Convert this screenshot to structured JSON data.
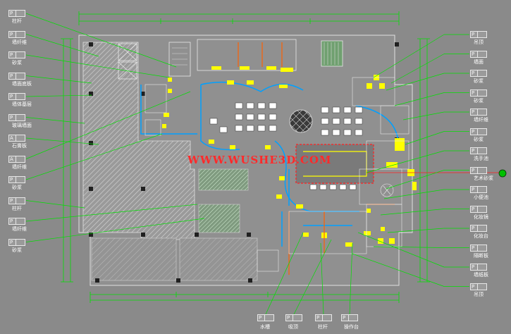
{
  "watermark": "WWW.WUSHE3D.COM",
  "colors": {
    "background": "#8a8a8a",
    "leader": "#00e000",
    "wall": "#00a0ff",
    "furniture": "#ffff00",
    "accent": "#ff6000",
    "watermark": "#ff2a2a"
  },
  "left_tags": [
    {
      "tag": "P",
      "label": "柱杆"
    },
    {
      "tag": "P",
      "label": "墙纤维"
    },
    {
      "tag": "P",
      "label": "砂浆"
    },
    {
      "tag": "P",
      "label": "墙面底板"
    },
    {
      "tag": "P",
      "label": "墙体基层"
    },
    {
      "tag": "P",
      "label": "玻璃墙面"
    },
    {
      "tag": "A",
      "label": "石膏板"
    },
    {
      "tag": "A",
      "label": "墙纤维"
    },
    {
      "tag": "P",
      "label": "砂浆"
    },
    {
      "tag": "P",
      "label": "柱杆"
    },
    {
      "tag": "P",
      "label": "墙纤维"
    },
    {
      "tag": "P",
      "label": "砂浆"
    }
  ],
  "right_tags": [
    {
      "tag": "P",
      "label": "吊顶"
    },
    {
      "tag": "P",
      "label": "墙面"
    },
    {
      "tag": "P",
      "label": "砂浆"
    },
    {
      "tag": "P",
      "label": "砂浆"
    },
    {
      "tag": "P",
      "label": "墙纤维"
    },
    {
      "tag": "P",
      "label": "砂浆"
    },
    {
      "tag": "P",
      "label": "洗手池"
    },
    {
      "tag": "P",
      "label": "艺术砂浆"
    },
    {
      "tag": "P",
      "label": "小便池"
    },
    {
      "tag": "P",
      "label": "化妆镜"
    },
    {
      "tag": "P",
      "label": "化妆台"
    },
    {
      "tag": "P",
      "label": "隔断板"
    },
    {
      "tag": "P",
      "label": "墙纸板"
    },
    {
      "tag": "P",
      "label": "吊顶"
    }
  ],
  "bottom_tags": [
    {
      "tag": "P",
      "label": "水槽"
    },
    {
      "tag": "P",
      "label": "吸顶"
    },
    {
      "tag": "P",
      "label": "柱杆"
    },
    {
      "tag": "P",
      "label": "操作台"
    }
  ]
}
